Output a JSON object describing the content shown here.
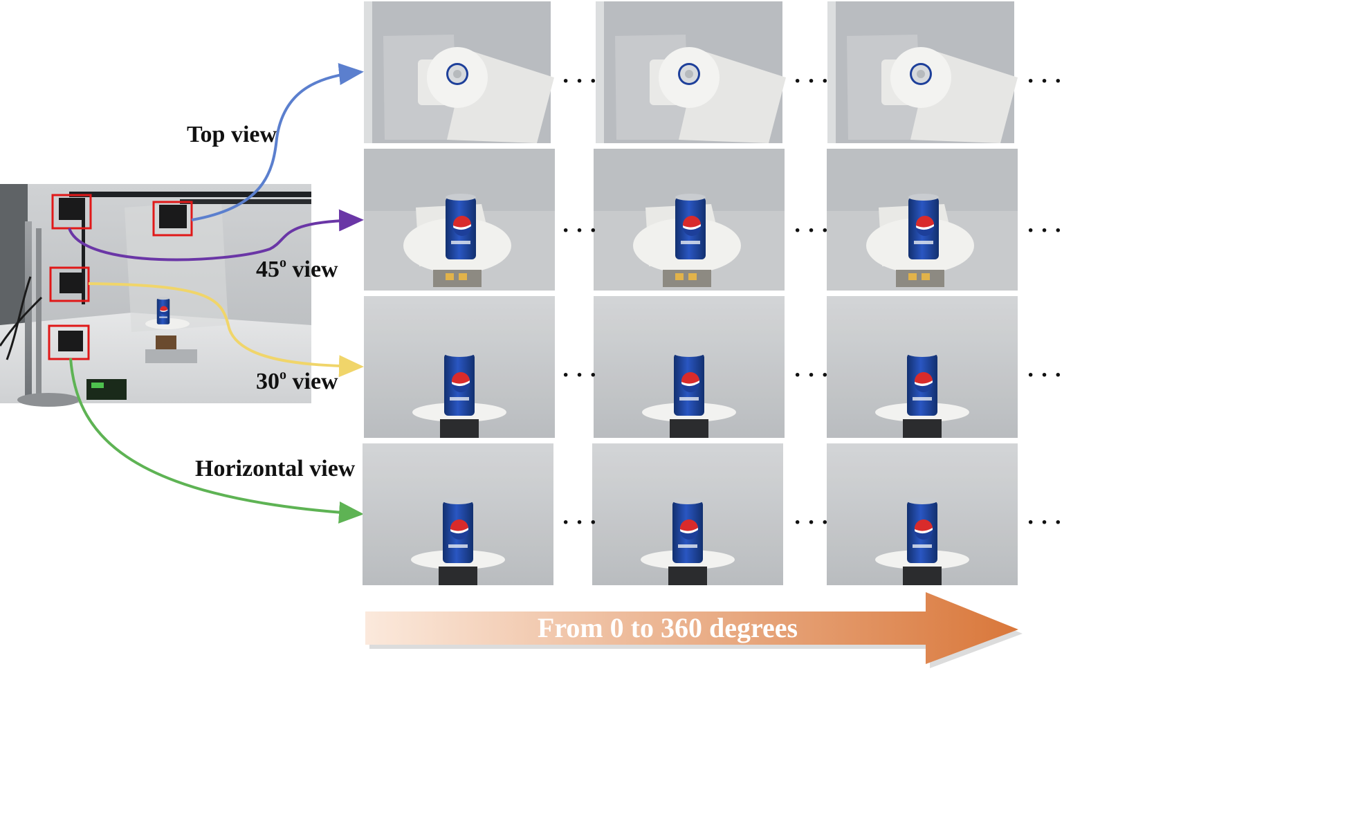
{
  "views": [
    {
      "label": "Top view",
      "superscript": "",
      "color": "#5b7fce"
    },
    {
      "label": "45",
      "superscript": "o",
      "suffix": " view",
      "color": "#6a36a6"
    },
    {
      "label": "30",
      "superscript": "o",
      "suffix": " view",
      "color": "#f0d56a"
    },
    {
      "label": "Horizontal view",
      "superscript": "",
      "color": "#5eb354"
    }
  ],
  "ellipsis": "· · ·",
  "rotation_arrow": {
    "label": "From 0 to 360 degrees",
    "color_start": "#fbe9dc",
    "color_end": "#d9773a"
  },
  "colors": {
    "camera_box": "#e01818",
    "backdrop": "#c4c6c8",
    "can_blue": "#1d3f9a",
    "can_red": "#d92b2b"
  }
}
